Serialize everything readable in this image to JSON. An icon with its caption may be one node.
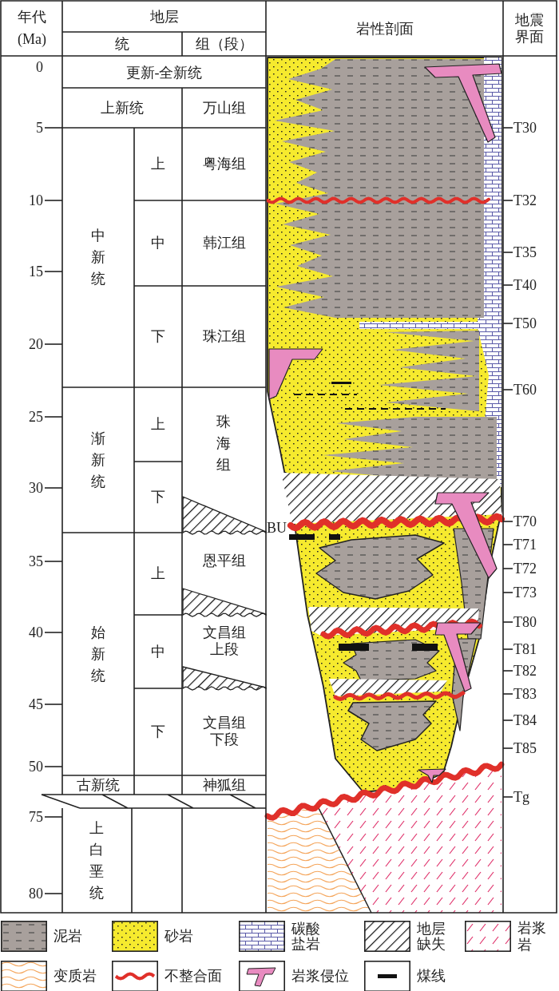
{
  "diagram": {
    "labels": [
      "年代",
      "(Ma)",
      "地层",
      "统",
      "组（段）",
      "岩性剖面",
      "地震界面",
      "0",
      "更新-全新统",
      "上新统",
      "万山组",
      "5",
      "T30",
      "上",
      "粤海组",
      "10",
      "T32",
      "中新统",
      "中",
      "韩江组",
      "T35",
      "15",
      "T40",
      "T50",
      "下",
      "珠江组",
      "20",
      "T60",
      "25",
      "渐新统",
      "上",
      "珠海组",
      "30",
      "下",
      "BU",
      "T70",
      "T71",
      "35",
      "上",
      "恩平组",
      "T72",
      "T73",
      "始新统",
      "40",
      "T80",
      "中",
      "文昌组上段",
      "T81",
      "T82",
      "T83",
      "45",
      "下",
      "文昌组下段",
      "T84",
      "T85",
      "50",
      "古新统",
      "神狐组",
      "Tg",
      "75",
      "上白垩统",
      "80"
    ],
    "legend": [
      {
        "text": "泥岩"
      },
      {
        "text": "砂岩"
      },
      {
        "text": "碳酸盐岩"
      },
      {
        "text": "地层缺失"
      },
      {
        "text": "岩浆岩"
      },
      {
        "text": "变质岩"
      },
      {
        "text": "不整合面"
      },
      {
        "text": "岩浆侵位"
      },
      {
        "text": "煤线"
      }
    ]
  }
}
